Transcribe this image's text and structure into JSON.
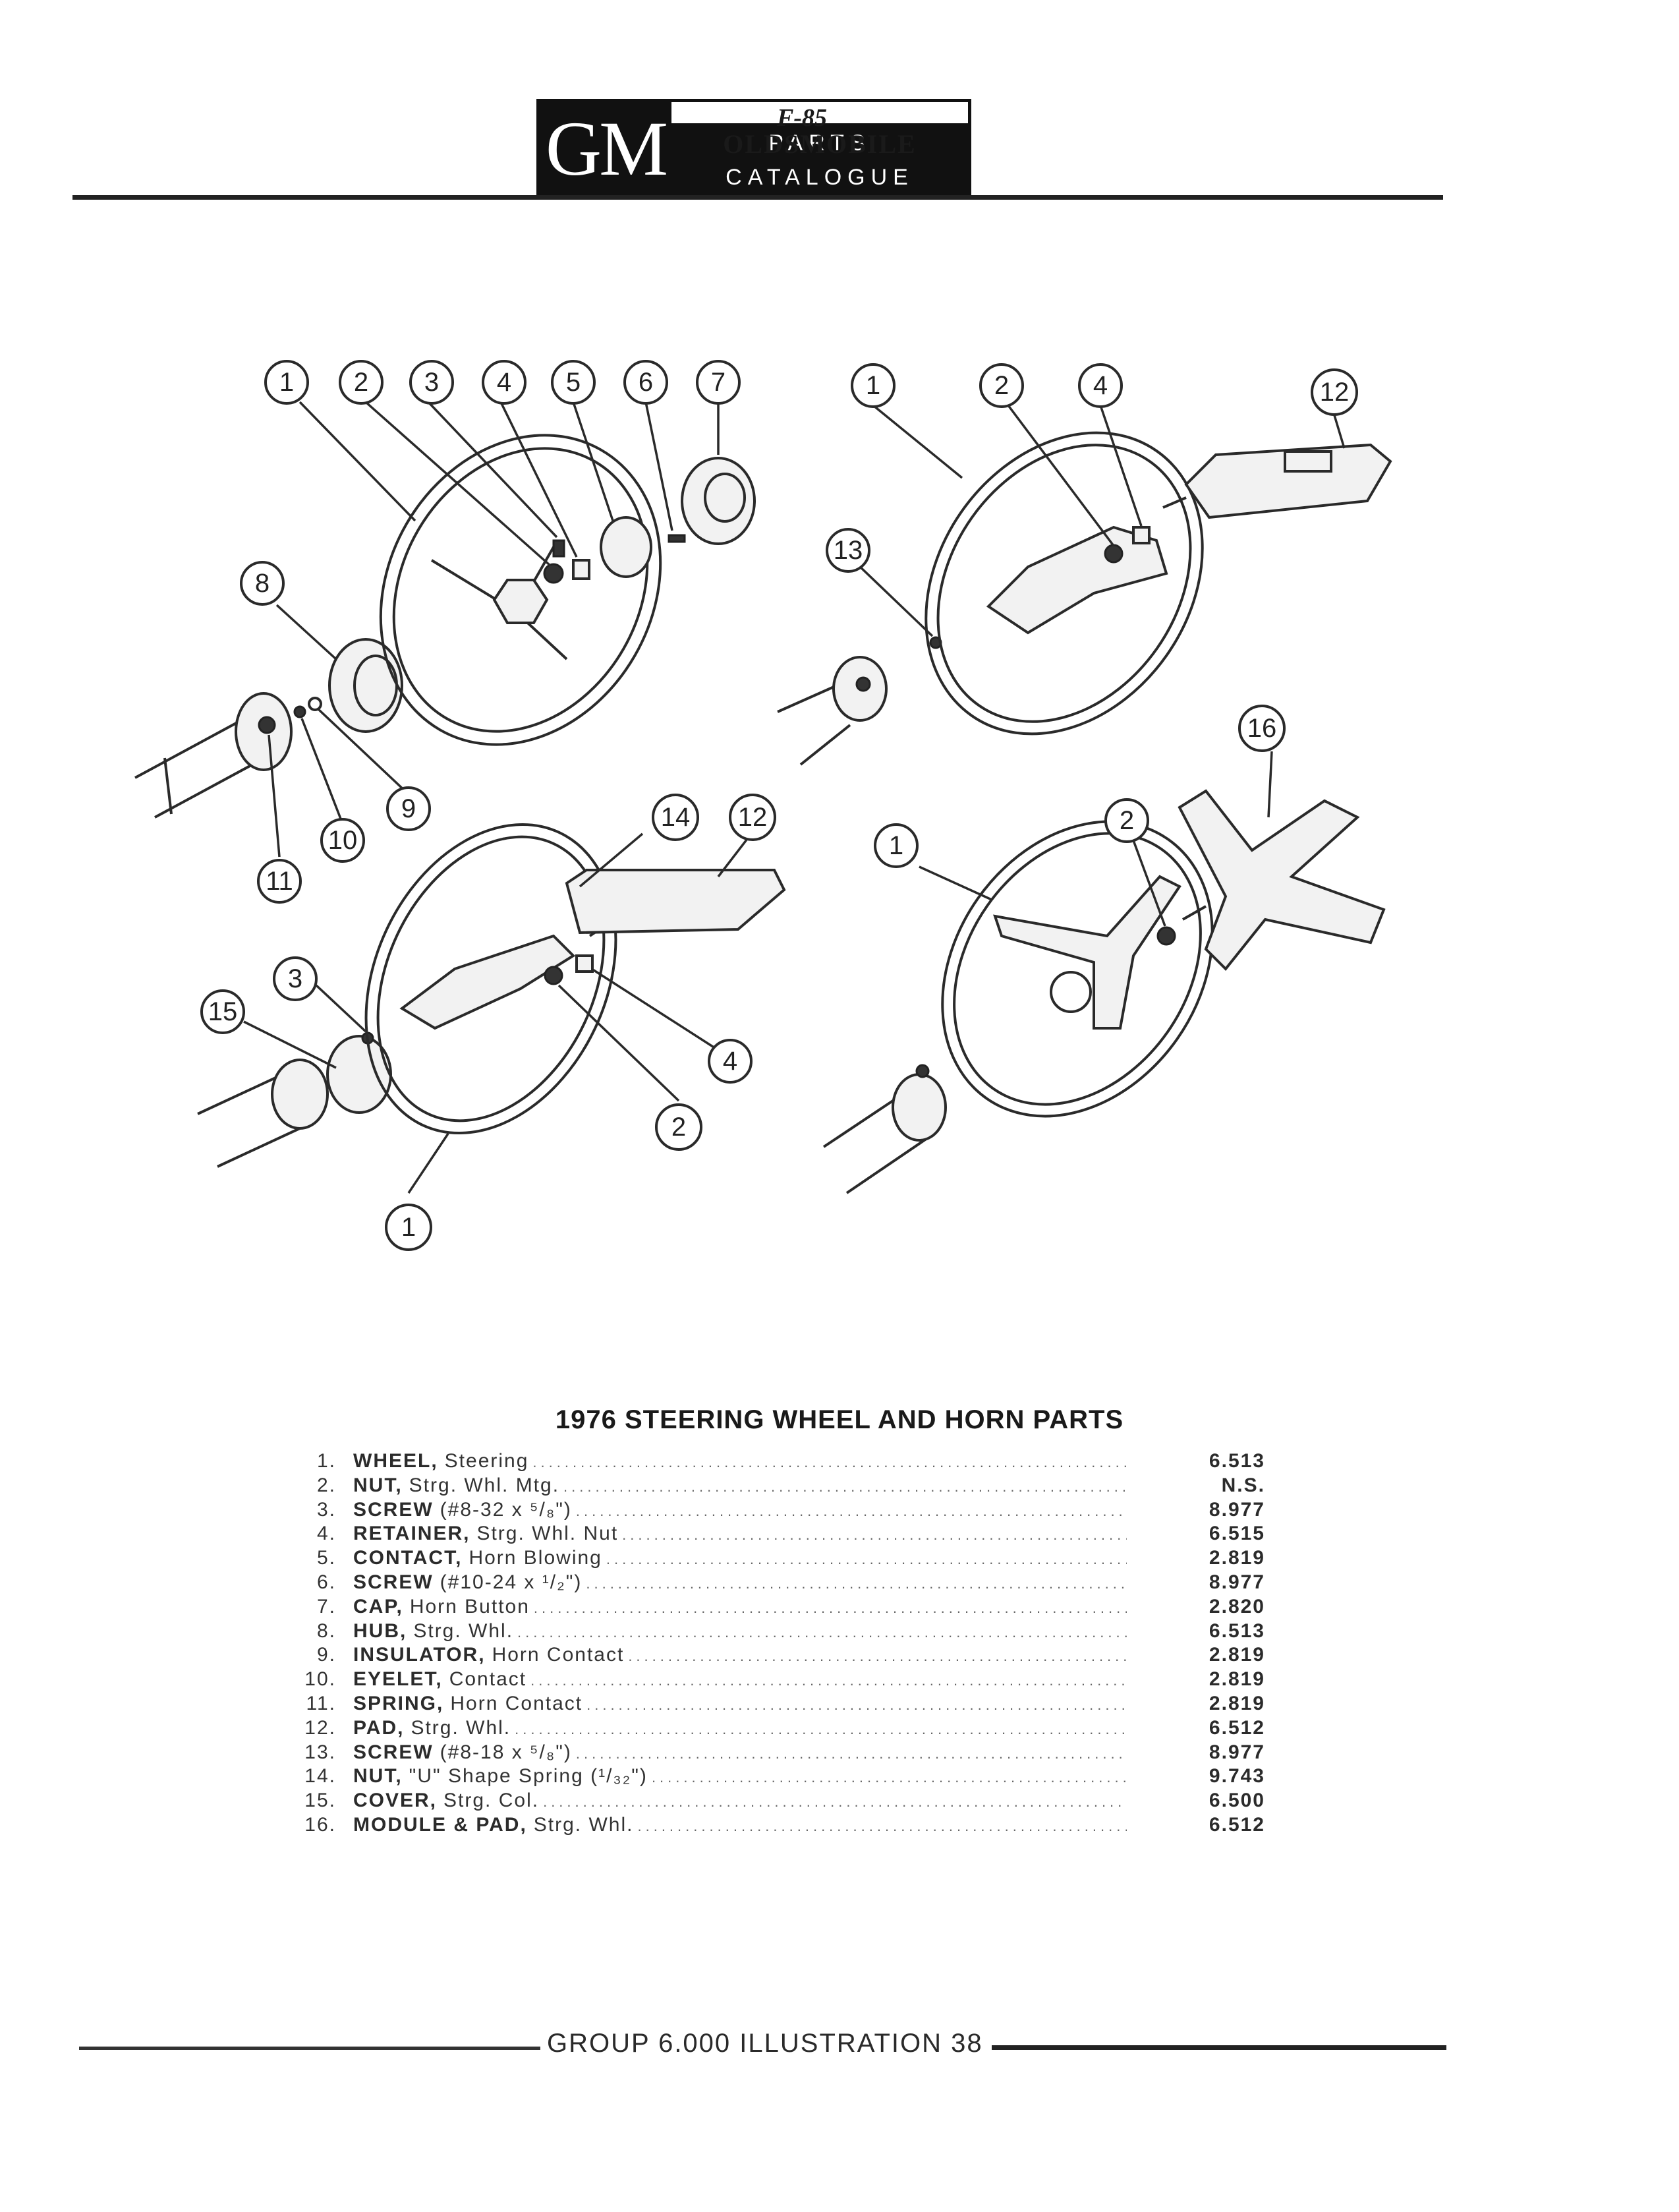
{
  "header": {
    "logo_gm": "GM",
    "logo_model": "F-85",
    "logo_brand": "OLDSMOBILE",
    "logo_subtitle": "PARTS CATALOGUE"
  },
  "callouts": {
    "c1a": "1",
    "c2a": "2",
    "c3a": "3",
    "c4a": "4",
    "c5a": "5",
    "c6a": "6",
    "c7a": "7",
    "c8": "8",
    "c9": "9",
    "c10": "10",
    "c11": "11",
    "c1b": "1",
    "c2b": "2",
    "c4b": "4",
    "c12b": "12",
    "c13": "13",
    "c16": "16",
    "c14": "14",
    "c12c": "12",
    "c3c": "3",
    "c15": "15",
    "c4c": "4",
    "c2c": "2",
    "c1c": "1",
    "c1d": "1",
    "c2d": "2"
  },
  "parts": {
    "title": "1976 STEERING WHEEL AND HORN PARTS",
    "items": [
      {
        "num": "1.",
        "name": "WHEEL,",
        "desc": "Steering",
        "ref": "6.513"
      },
      {
        "num": "2.",
        "name": "NUT,",
        "desc": "Strg. Whl. Mtg.",
        "ref": "N.S."
      },
      {
        "num": "3.",
        "name": "SCREW",
        "desc": "(#8-32 x ⁵/₈\")",
        "ref": "8.977"
      },
      {
        "num": "4.",
        "name": "RETAINER,",
        "desc": "Strg. Whl. Nut",
        "ref": "6.515"
      },
      {
        "num": "5.",
        "name": "CONTACT,",
        "desc": "Horn Blowing",
        "ref": "2.819"
      },
      {
        "num": "6.",
        "name": "SCREW",
        "desc": "(#10-24 x ¹/₂\")",
        "ref": "8.977"
      },
      {
        "num": "7.",
        "name": "CAP,",
        "desc": "Horn Button",
        "ref": "2.820"
      },
      {
        "num": "8.",
        "name": "HUB,",
        "desc": "Strg. Whl.",
        "ref": "6.513"
      },
      {
        "num": "9.",
        "name": "INSULATOR,",
        "desc": "Horn Contact",
        "ref": "2.819"
      },
      {
        "num": "10.",
        "name": "EYELET,",
        "desc": "Contact",
        "ref": "2.819"
      },
      {
        "num": "11.",
        "name": "SPRING,",
        "desc": "Horn Contact",
        "ref": "2.819"
      },
      {
        "num": "12.",
        "name": "PAD,",
        "desc": "Strg. Whl.",
        "ref": "6.512"
      },
      {
        "num": "13.",
        "name": "SCREW",
        "desc": "(#8-18 x ⁵/₈\")",
        "ref": "8.977"
      },
      {
        "num": "14.",
        "name": "NUT,",
        "desc": "\"U\" Shape Spring (¹/₃₂\")",
        "ref": "9.743"
      },
      {
        "num": "15.",
        "name": "COVER,",
        "desc": "Strg. Col.",
        "ref": "6.500"
      },
      {
        "num": "16.",
        "name": "MODULE & PAD,",
        "desc": "Strg. Whl.",
        "ref": "6.512"
      }
    ]
  },
  "footer": {
    "text": "GROUP 6.000 ILLUSTRATION 38"
  }
}
